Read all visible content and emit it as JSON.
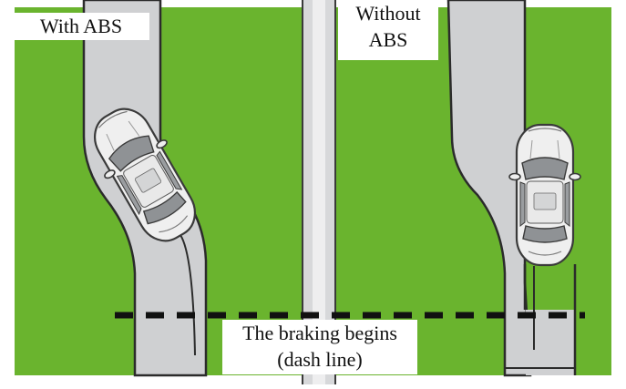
{
  "labels": {
    "with_abs": "With ABS",
    "without_abs_line1": "Without",
    "without_abs_line2": "ABS",
    "braking_line1": "The braking begins",
    "braking_line2": "(dash line)"
  },
  "colors": {
    "grass": "#6ab42e",
    "road": "#cfd0d2",
    "road_edge": "#2b2b2b",
    "median": "#e7e8ea",
    "dash_line": "#111111",
    "car_body": "#ededed",
    "car_glass": "#8f9295",
    "background": "#ffffff"
  },
  "icons": {
    "left_car": "car-top-view-icon",
    "right_car": "car-top-view-icon"
  }
}
